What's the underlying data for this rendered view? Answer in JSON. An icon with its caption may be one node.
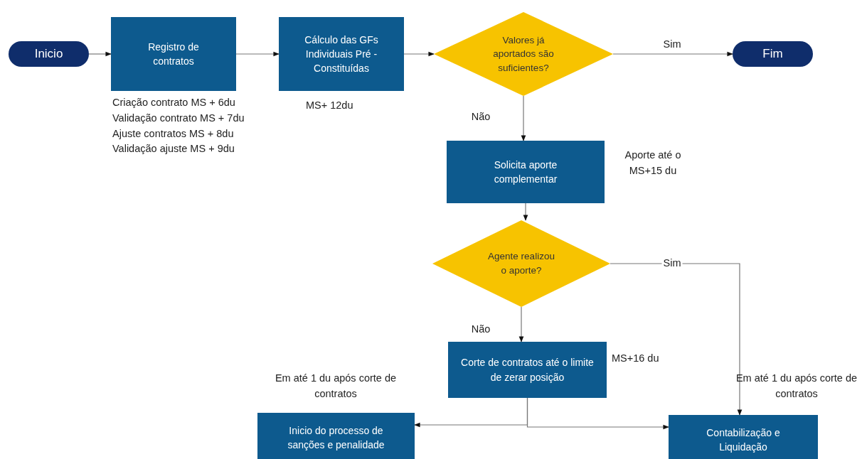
{
  "diagram": {
    "nodes": [
      {
        "text": [
          "Inicio"
        ]
      },
      {
        "text": [
          "Registro de contratos"
        ],
        "beside": [
          "Criação contrato MS + 6du",
          "Validação contrato MS + 7du",
          "Ajuste contratos MS + 8du",
          "Validação ajuste MS + 9du"
        ]
      },
      {
        "text": [
          "Cálculo das GFs Individuais Pré - Constituídas"
        ],
        "beside": [
          "MS+ 12du"
        ]
      },
      {
        "text": [
          "Valores já aportados são suficientes?"
        ]
      },
      {
        "text": [
          "Fim"
        ]
      },
      {
        "text": [
          "Solicita aporte complementar"
        ],
        "beside": [
          "Aporte até o MS+15 du"
        ]
      },
      {
        "text": [
          "Agente realizou o aporte?"
        ]
      },
      {
        "text": [
          "Corte de contratos até o limite de zerar posição"
        ],
        "beside": [
          "MS+16 du"
        ]
      },
      {
        "text": [
          "Inicio do processo de sanções e penalidade"
        ],
        "beside": [
          "Em até 1 du após corte de contratos"
        ]
      },
      {
        "text": [
          "Contabilização e Liquidação"
        ],
        "beside": [
          "Em até 1 du após corte de contratos"
        ]
      }
    ],
    "edges": [
      {
        "from": 0,
        "to": 1,
        "arrow": "to"
      },
      {
        "from": 1,
        "to": 2,
        "arrow": "to"
      },
      {
        "from": 2,
        "to": 3,
        "arrow": "to"
      },
      {
        "from": 3,
        "to": 4,
        "arrow": "to",
        "label": "Sim"
      },
      {
        "from": 3,
        "to": 5,
        "arrow": "to",
        "label": "Não"
      },
      {
        "from": 5,
        "to": 6,
        "arrow": "to"
      },
      {
        "from": 6,
        "to": 9,
        "arrow": "to",
        "label": "Sim"
      },
      {
        "from": 6,
        "to": 7,
        "arrow": "to",
        "label": "Não"
      },
      {
        "from": 7,
        "to": 8,
        "arrow": "to"
      },
      {
        "from": 7,
        "to": 9,
        "arrow": "to"
      }
    ]
  }
}
